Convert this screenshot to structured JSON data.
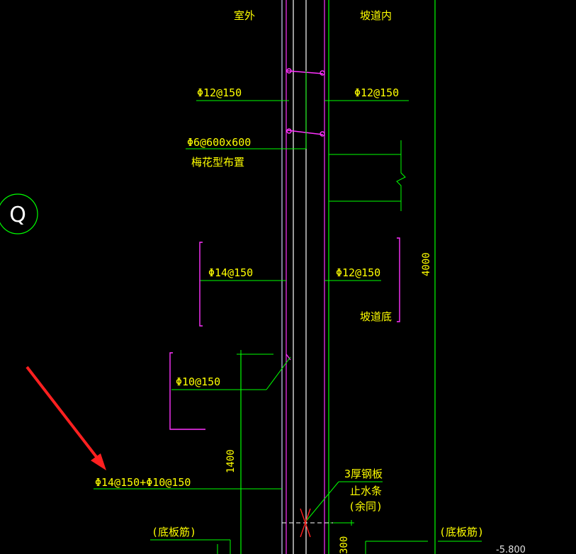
{
  "labels": {
    "outdoor": "室外",
    "ramp_inside": "坡道内",
    "rebar_left_top": "Φ12@150",
    "rebar_right_top": "Φ12@150",
    "tie_spec": "Φ6@600x600",
    "tie_layout": "梅花型布置",
    "rebar_left_mid": "Φ14@150",
    "rebar_right_mid": "Φ12@150",
    "ramp_bottom": "坡道底",
    "rebar_left_low": "Φ10@150",
    "rebar_combo": "Φ14@150+Φ10@150",
    "steel_plate": "3厚钢板",
    "waterstop": "止水条",
    "same_note": "(余同)",
    "slab_rebar_left": "(底板筋)",
    "slab_rebar_right": "(底板筋)",
    "elevation": "-5.800"
  },
  "dimensions": {
    "height_right": "4000",
    "height_left": "1400",
    "small_dim": "300"
  },
  "axis": {
    "bubble": "Q"
  },
  "colors": {
    "background": "#000000",
    "text": "#ffff00",
    "green": "#00ff00",
    "magenta": "#ff33ff",
    "white": "#ffffff",
    "red": "#ff2020"
  }
}
